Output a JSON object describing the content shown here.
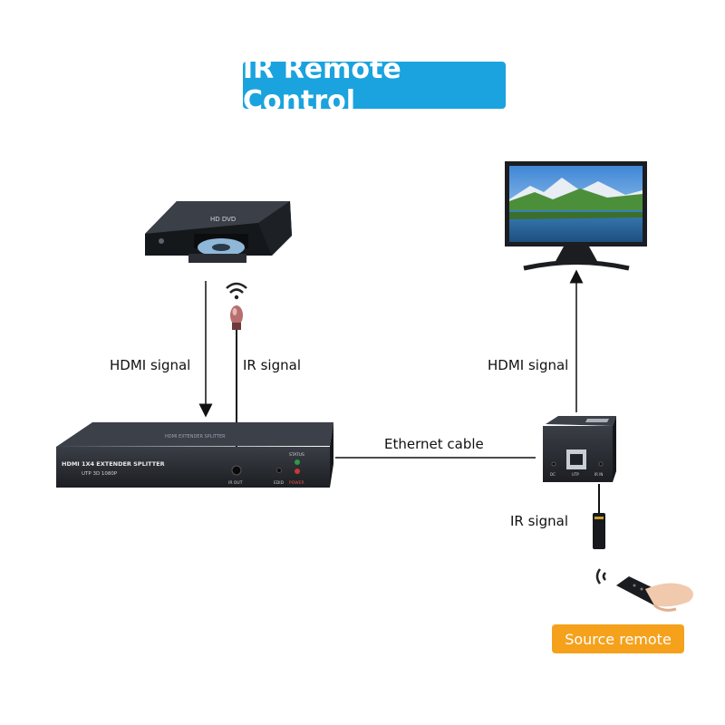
{
  "title": "IR Remote Control",
  "labels": {
    "hdmi_signal_left": "HDMI signal",
    "ir_signal_left": "IR signal",
    "hdmi_signal_right": "HDMI signal",
    "ethernet_cable": "Ethernet cable",
    "ir_signal_right": "IR signal",
    "source_remote": "Source remote"
  },
  "devices": {
    "player_disc_text": "HD DVD",
    "splitter_model_line1": "HDMI 1X4 EXTENDER SPLITTER",
    "splitter_model_line2": "UTP 3D 1080P",
    "splitter_top_label": "HDMI EXTENDER SPLITTER",
    "splitter_port_ir_out": "IR OUT",
    "splitter_port_edid": "EDID",
    "splitter_led_status": "STATUS",
    "splitter_led_power": "POWER",
    "receiver_port_utp": "UTP",
    "receiver_port_ir_in": "IR IN",
    "receiver_port_dc": "DC"
  },
  "colors": {
    "title_bg": "#1aa3de",
    "remote_badge_bg": "#f5a11c",
    "device_body": "#2a2d33",
    "line": "#111111"
  }
}
